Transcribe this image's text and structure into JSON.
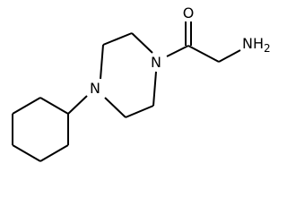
{
  "structure": {
    "atoms": {
      "oxygen": "O",
      "amine": "NH2",
      "amide_nitrogen": "N",
      "ring_nitrogen": "N"
    },
    "colors": {
      "bond": "#000000",
      "text": "#000000",
      "background": "#ffffff"
    }
  }
}
